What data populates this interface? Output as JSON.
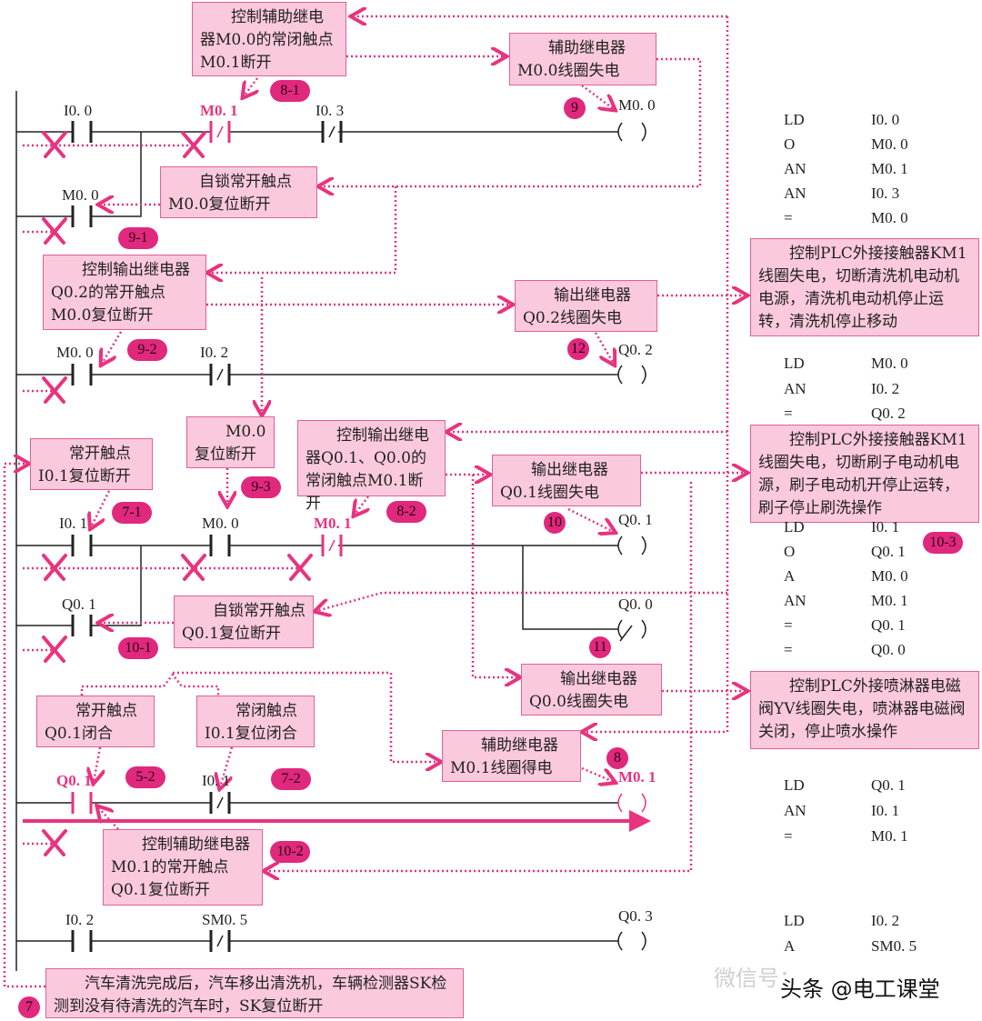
{
  "boxes": [
    {
      "text": "控制辅助继电器M0.0的常闭触点M0.1断开"
    },
    {
      "text": "辅助继电器M0.0线圈失电"
    },
    {
      "text": "自锁常开触点M0.0复位断开"
    },
    {
      "text": "控制输出继电器Q0.2的常开触点M0.0复位断开"
    },
    {
      "text": "输出继电器Q0.2线圈失电"
    },
    {
      "text": "控制PLC外接接触器KM1线圈失电，切断清洗机电动机电源，清洗机电动机停止运转，清洗机停止移动"
    },
    {
      "text": "M0.0复位断开"
    },
    {
      "text": "控制输出继电器Q0.1、Q0.0的常闭触点M0.1断开"
    },
    {
      "text": "常开触点I0.1复位断开"
    },
    {
      "text": "输出继电器Q0.1线圈失电"
    },
    {
      "text": "控制PLC外接接触器KM1线圈失电，切断刷子电动机电源，刷子电动机开停止运转，刷子停止刷洗操作"
    },
    {
      "text": "自锁常开触点Q0.1复位断开"
    },
    {
      "text": "输出继电器Q0.0线圈失电"
    },
    {
      "text": "控制PLC外接喷淋器电磁阀YV线圈失电，喷淋器电磁阀关闭，停止喷水操作"
    },
    {
      "text": "常开触点Q0.1闭合"
    },
    {
      "text": "常闭触点I0.1复位闭合"
    },
    {
      "text": "辅助继电器M0.1线圈得电"
    },
    {
      "text": "控制辅助继电器M0.1的常开触点Q0.1复位断开"
    },
    {
      "text": "汽车清洗完成后，汽车移出清洗机，车辆检测器SK检测到没有待清洗的汽车时，SK复位断开"
    }
  ],
  "badges": [
    "8-1",
    "9",
    "9-1",
    "9-2",
    "12",
    "9-3",
    "7-1",
    "8-2",
    "10",
    "10-3",
    "10-1",
    "11",
    "5-2",
    "7-2",
    "8",
    "10-2",
    "7"
  ],
  "labels": [
    {
      "text": "I0. 0",
      "hot": false
    },
    {
      "text": "M0. 1",
      "hot": true
    },
    {
      "text": "I0. 3",
      "hot": false
    },
    {
      "text": "M0. 0",
      "hot": false
    },
    {
      "text": "M0. 0",
      "hot": false
    },
    {
      "text": "M0. 0",
      "hot": false
    },
    {
      "text": "I0. 2",
      "hot": false
    },
    {
      "text": "Q0. 2",
      "hot": false
    },
    {
      "text": "I0. 1",
      "hot": false
    },
    {
      "text": "M0. 0",
      "hot": false
    },
    {
      "text": "M0. 1",
      "hot": true
    },
    {
      "text": "Q0. 1",
      "hot": false
    },
    {
      "text": "Q0. 1",
      "hot": false
    },
    {
      "text": "Q0. 0",
      "hot": false
    },
    {
      "text": "Q0. 1",
      "hot": true
    },
    {
      "text": "I0. 1",
      "hot": false
    },
    {
      "text": "M0. 1",
      "hot": true
    },
    {
      "text": "I0. 2",
      "hot": false
    },
    {
      "text": "SM0. 5",
      "hot": false
    },
    {
      "text": "Q0. 3",
      "hot": false
    }
  ],
  "instructions": [
    [
      [
        "LD",
        "I0. 0"
      ],
      [
        "O",
        "M0. 0"
      ],
      [
        "AN",
        "M0. 1"
      ],
      [
        "AN",
        "I0. 3"
      ],
      [
        "=",
        "M0. 0"
      ]
    ],
    [
      [
        "LD",
        "M0. 0"
      ],
      [
        "AN",
        "I0. 2"
      ],
      [
        "=",
        "Q0. 2"
      ]
    ],
    [
      [
        "LD",
        "I0. 1"
      ],
      [
        "O",
        "Q0. 1"
      ],
      [
        "A",
        "M0. 0"
      ],
      [
        "AN",
        "M0. 1"
      ],
      [
        "=",
        "Q0. 1"
      ],
      [
        "=",
        "Q0. 0"
      ]
    ],
    [
      [
        "LD",
        "Q0. 1"
      ],
      [
        "AN",
        "I0. 1"
      ],
      [
        "=",
        "M0. 1"
      ]
    ],
    [
      [
        "LD",
        "I0. 2"
      ],
      [
        "A",
        "SM0. 5"
      ]
    ]
  ],
  "watermark": {
    "wechat": "微信号：",
    "toutiao": "头条 @电工课堂"
  },
  "colors": {
    "accent": "#e8337f",
    "box_fill": "#fbc9dd",
    "box_border": "#e0609a",
    "badge": "#e0287d",
    "line": "#222222"
  }
}
